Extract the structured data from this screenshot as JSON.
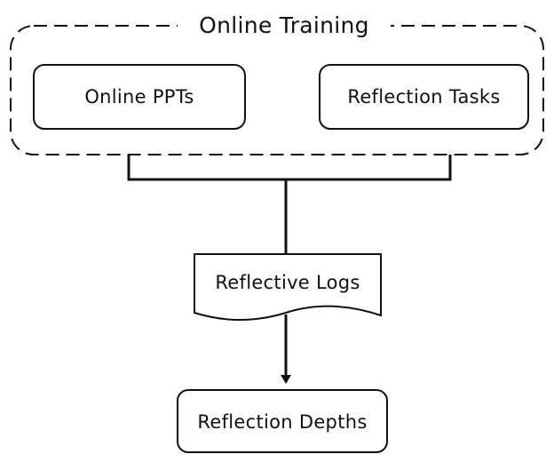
{
  "diagram": {
    "group": {
      "title": "Online Training"
    },
    "nodes": {
      "online_ppts": "Online PPTs",
      "reflection_tasks": "Reflection Tasks",
      "reflective_logs": "Reflective Logs",
      "reflection_depths": "Reflection Depths"
    }
  }
}
